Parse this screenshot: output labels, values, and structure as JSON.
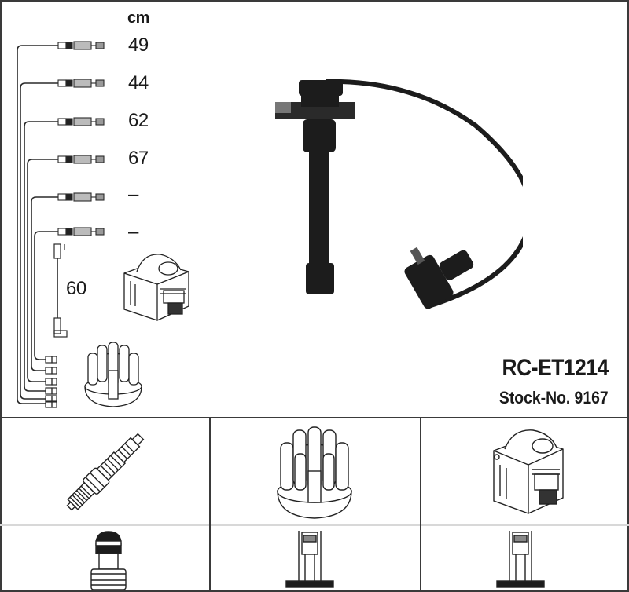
{
  "header": {
    "unit_label": "cm",
    "part_number": "RC-ET1214",
    "stock_label": "Stock-No.",
    "stock_number": "9167"
  },
  "cable_lengths": [
    {
      "index": 1,
      "length": "49"
    },
    {
      "index": 2,
      "length": "44"
    },
    {
      "index": 3,
      "length": "62"
    },
    {
      "index": 4,
      "length": "67"
    },
    {
      "index": 5,
      "length": "–"
    },
    {
      "index": 6,
      "length": "–"
    }
  ],
  "coil_cable": {
    "length": "60"
  },
  "illustrations": {
    "product_photo": "ignition-cable-with-plug-boot",
    "coil": "ignition-coil",
    "distributor_cap": "distributor-cap"
  },
  "grid": {
    "row1": [
      {
        "name": "spark-plug",
        "label": ""
      },
      {
        "name": "distributor-cap",
        "label": ""
      },
      {
        "name": "ignition-coil",
        "label": ""
      }
    ],
    "row2": [
      {
        "name": "spark-plug-connector",
        "label": ""
      },
      {
        "name": "distributor-connector",
        "label": ""
      },
      {
        "name": "coil-connector",
        "label": ""
      }
    ]
  },
  "colors": {
    "line": "#3a3a3a",
    "photo": "#1c1c1c",
    "row_divider": "#d8d8d8"
  }
}
